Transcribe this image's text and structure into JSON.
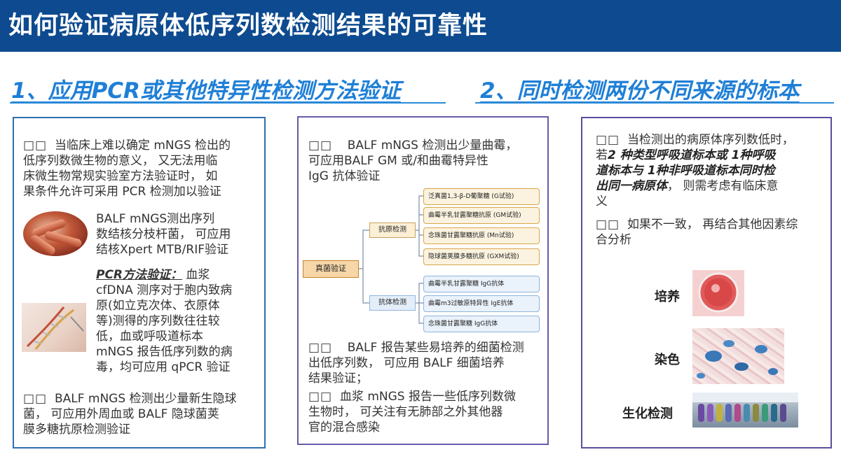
{
  "header": {
    "title": "如何验证病原体低序列数检测结果的可靠性"
  },
  "sections": {
    "left": "1、应用PCR或其他特异性检测方法验证",
    "right": "2、同时检测两份不同来源的标本"
  },
  "bullet_mark": "□□",
  "panel1": {
    "para1": [
      "当临床上难以确定 mNGS 检出的",
      "低序列数微生物的意义，  又无法用临",
      "床微生物常规实验室方法验证时，  如",
      "果条件允许可采用 PCR 检测加以验证"
    ],
    "para2": [
      "BALF mNGS测出序列",
      "数结核分枝杆菌，  可应用",
      "结核Xpert MTB/RIF验证"
    ],
    "pcr_label": "PCR方法验证：",
    "para3_first": "  血浆",
    "para3": [
      "cfDNA 测序对于胞内致病",
      "原(如立克次体、衣原体",
      "等)测得的序列数往往较",
      "低，血或呼吸道标本",
      "mNGS 报告低序列数的病",
      "毒，均可应用 qPCR 验证"
    ],
    "para4": [
      "BALF mNGS 检测出少量新生隐球",
      "菌，  可应用外周血或 BALF 隐球菌荚",
      "膜多糖抗原检测验证"
    ]
  },
  "panel2": {
    "para1": [
      "BALF mNGS 检测出少量曲霉，",
      "可应用BALF GM 或/和曲霉特异性",
      "IgG 抗体验证"
    ],
    "flow": {
      "root": "真菌验证",
      "antigen": "抗原检测",
      "antibody": "抗体检测",
      "antigen_items": [
        "泛真菌1,3-β-D葡聚糖 (G试验)",
        "曲霉半乳甘露聚糖抗原 (GM试验)",
        "念珠菌甘露聚糖抗原 (Mn试验)",
        "隐球菌荚膜多糖抗原 (GXM试验)"
      ],
      "antibody_items": [
        "曲霉半乳甘露聚糖 IgG抗体",
        "曲霉m3过敏原特异性 IgE抗体",
        "念珠菌甘露聚糖 IgG抗体"
      ]
    },
    "para2": [
      "BALF 报告某些易培养的细菌检测",
      "出低序列数，  可应用 BALF 细菌培养",
      "结果验证；"
    ],
    "para3": [
      "血浆 mNGS 报告一些低序列数微",
      "生物时，  可关注有无肺部之外其他器",
      "官的混合感染"
    ]
  },
  "panel3": {
    "line1": "当检测出的病原体序列数低时，",
    "line2_pre": "若",
    "line2_em": "2  种类型呼吸道标本或 1种呼吸",
    "line3_em": "道标本与 1种非呼吸道标本同时检",
    "line4_em": "出同一病原体",
    "line4_post": "，  则需考虑有临床意",
    "line5": "义",
    "para2": [
      "如果不一致，  再结合其他因素综",
      "合分析"
    ],
    "labels": {
      "culture": "培养",
      "stain": "染色",
      "biochem": "生化检测"
    }
  }
}
